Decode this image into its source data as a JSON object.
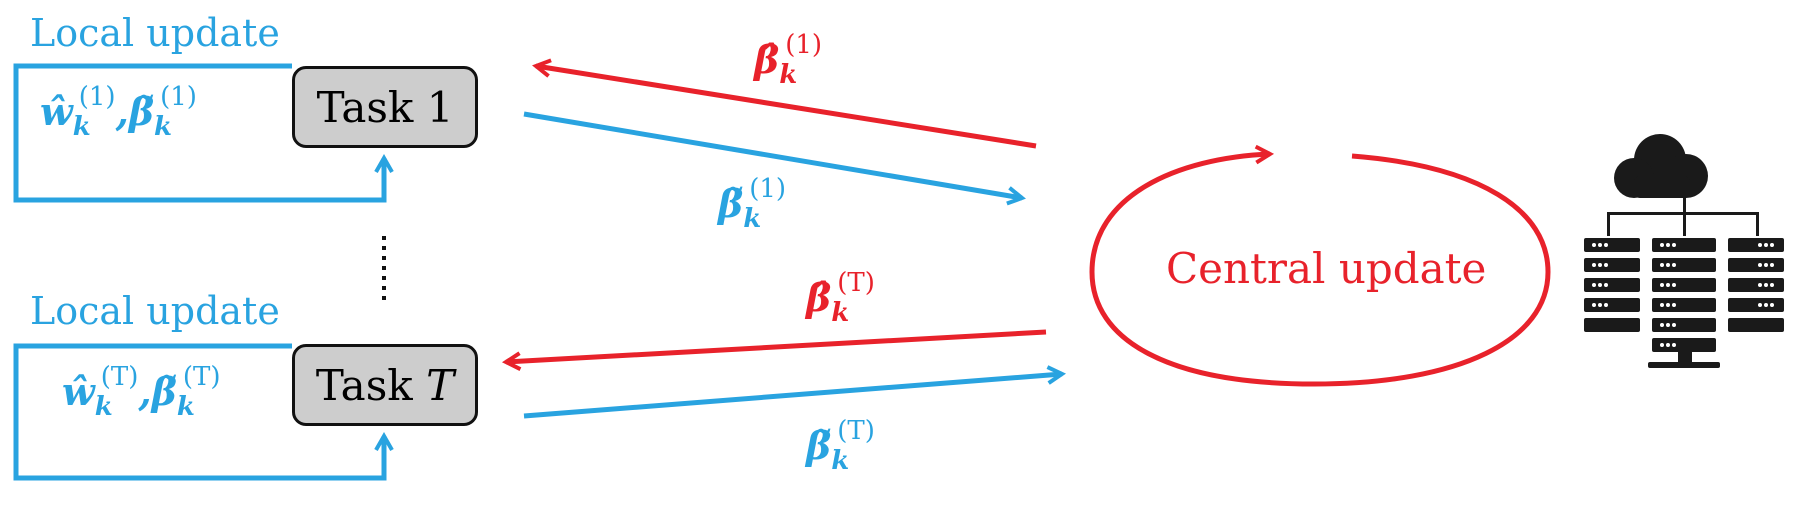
{
  "colors": {
    "local": "#29a3e0",
    "central": "#e8222b",
    "box_fill": "#cdcdcd",
    "server": "#1a1a1a"
  },
  "task_top": {
    "label": "Task 1",
    "local_label": "Local update",
    "local_params": "ŵ_k^(1), β̃_k^(1)"
  },
  "task_bottom": {
    "label_prefix": "Task ",
    "label_var": "T",
    "local_label": "Local update",
    "local_params": "ŵ_k^(T), β̃_k^(T)"
  },
  "arrows": {
    "top_down": "β̂_k^(1)",
    "top_up": "β̃_k^(1)",
    "bottom_down": "β̂_k^(T)",
    "bottom_up": "β̃_k^(T)"
  },
  "math_parts": {
    "beta": "β",
    "w": "w",
    "k": "k",
    "sup1": "(1)",
    "supT": "(T)",
    "comma": ","
  },
  "central": {
    "label": "Central update"
  },
  "icons": {
    "server": "cloud-server-icon",
    "dots": "vertical-ellipsis"
  }
}
